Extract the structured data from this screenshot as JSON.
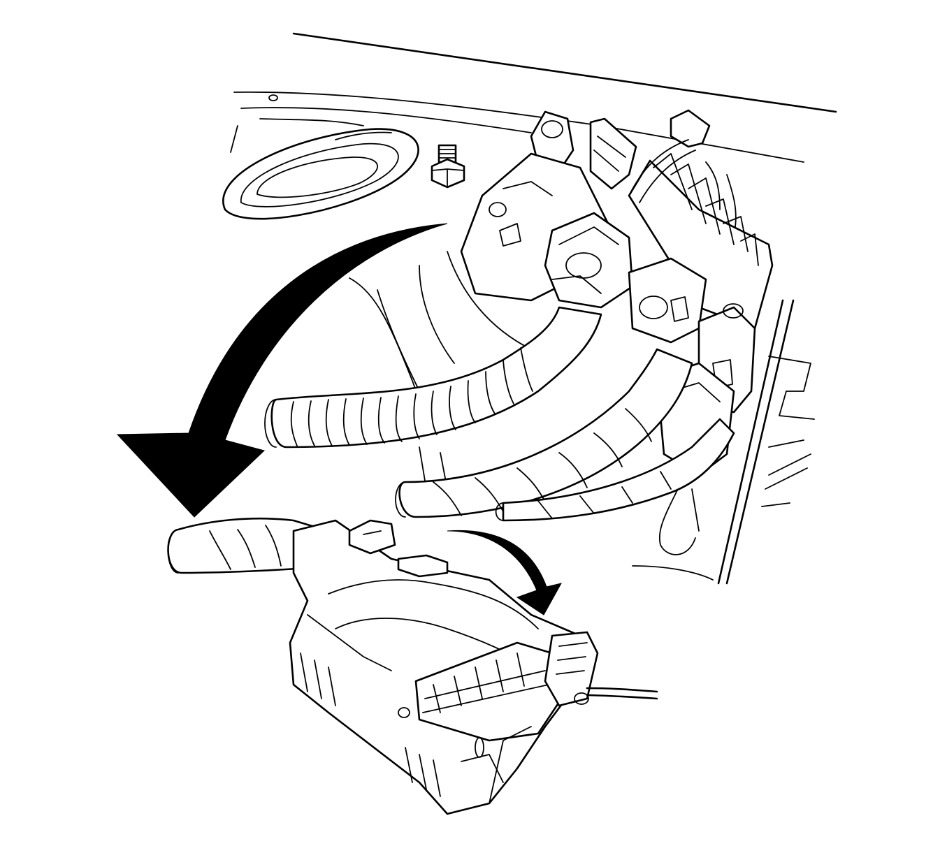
{
  "figure": {
    "colors": {
      "line": "#000000",
      "background": "#ffffff",
      "arrow_fill": "#000000"
    },
    "elements": [
      "vehicle-body-panel",
      "mounting-nut",
      "wiring-harness-connectors",
      "module-heat-sink",
      "large-removal-arrow",
      "small-rotation-arrow",
      "module-housing"
    ]
  }
}
